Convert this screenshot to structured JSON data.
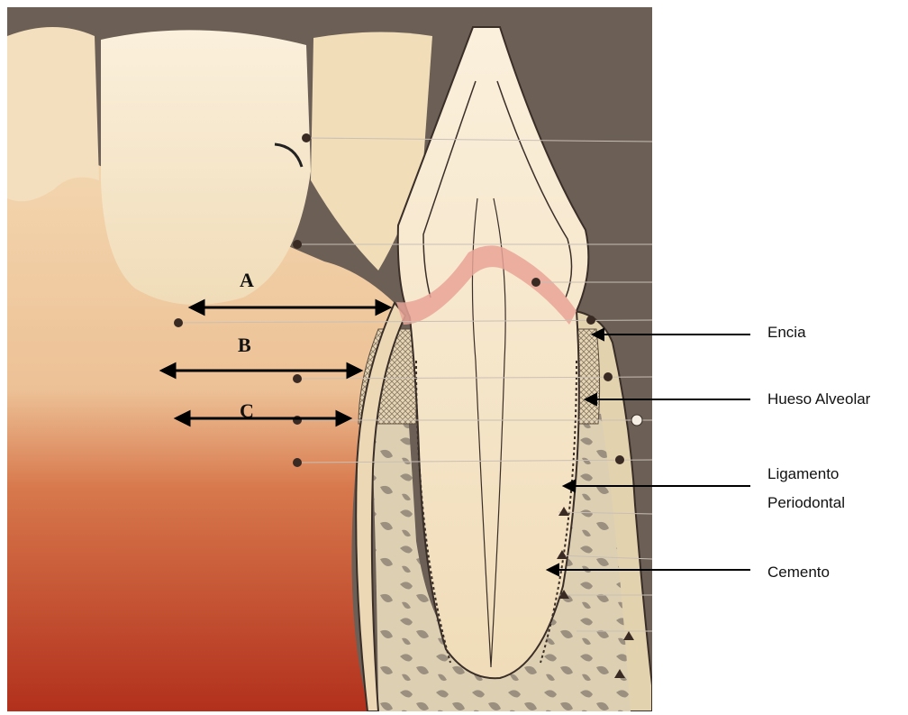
{
  "figure": {
    "measure_labels": [
      "A",
      "B",
      "C"
    ],
    "structure_labels": [
      {
        "id": "encia",
        "lines": [
          "Encia"
        ]
      },
      {
        "id": "hueso-alveolar",
        "lines": [
          "Hueso Alveolar"
        ]
      },
      {
        "id": "ligamento-periodontal",
        "lines": [
          "Ligamento",
          "Periodontal"
        ]
      },
      {
        "id": "cemento",
        "lines": [
          "Cemento"
        ]
      }
    ],
    "colors": {
      "background_panel": "#6a5e55",
      "gingiva_photo": "#e7b48f",
      "mucosa_red": "#c24a2a",
      "tooth_fill": "#f6e6c4",
      "bone_fill": "#d8c7a4",
      "cej_band": "#e8a79a",
      "outline": "#3a2e28"
    }
  }
}
